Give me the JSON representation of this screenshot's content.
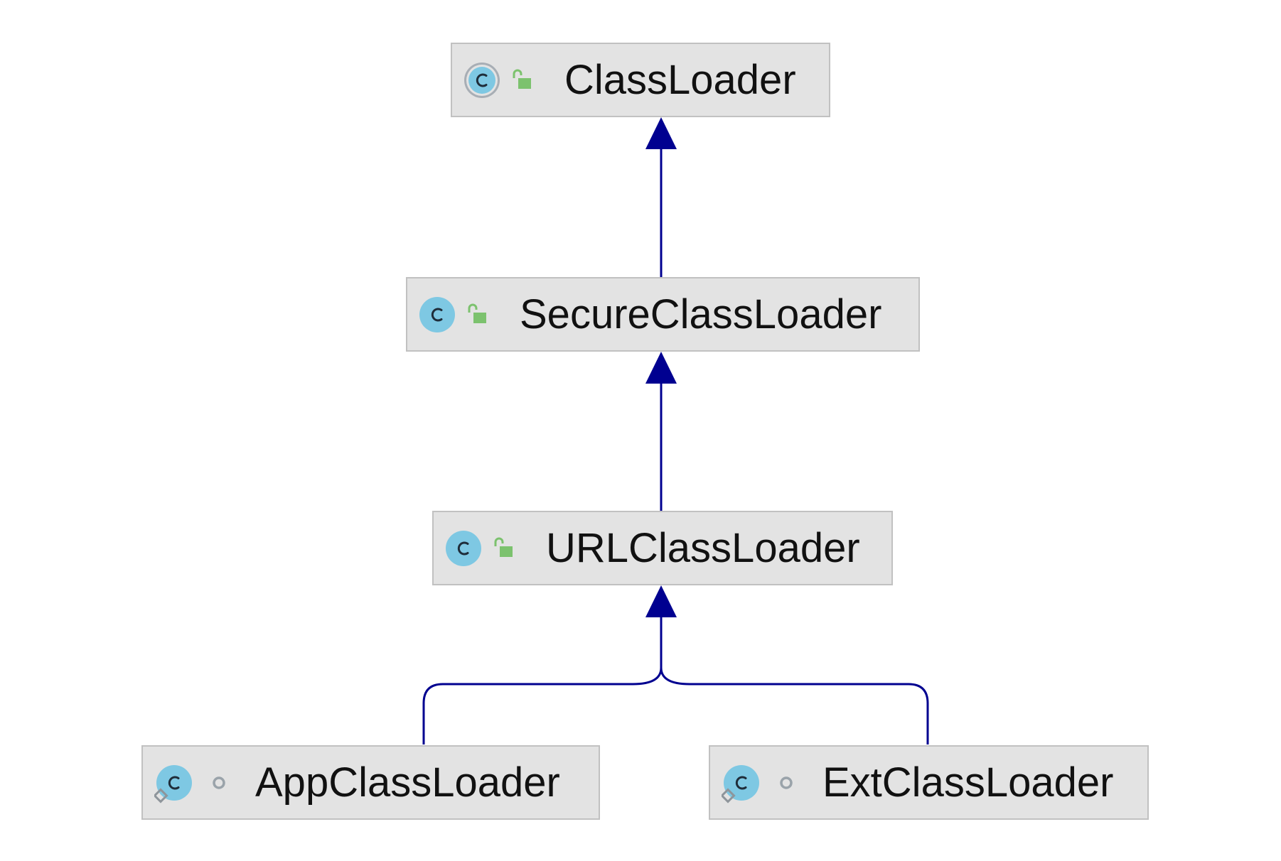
{
  "diagram": {
    "nodes": [
      {
        "id": "classloader",
        "name": "ClassLoader",
        "kind": "abstract-class",
        "visibility": "public"
      },
      {
        "id": "secureclassloader",
        "name": "SecureClassLoader",
        "kind": "class",
        "visibility": "public"
      },
      {
        "id": "urlclassloader",
        "name": "URLClassLoader",
        "kind": "class",
        "visibility": "public"
      },
      {
        "id": "appclassloader",
        "name": "AppClassLoader",
        "kind": "static-class",
        "visibility": "package-private"
      },
      {
        "id": "extclassloader",
        "name": "ExtClassLoader",
        "kind": "static-class",
        "visibility": "package-private"
      }
    ],
    "edges": [
      {
        "from": "secureclassloader",
        "to": "classloader",
        "type": "extends"
      },
      {
        "from": "urlclassloader",
        "to": "secureclassloader",
        "type": "extends"
      },
      {
        "from": "appclassloader",
        "to": "urlclassloader",
        "type": "extends"
      },
      {
        "from": "extclassloader",
        "to": "urlclassloader",
        "type": "extends"
      }
    ],
    "colors": {
      "edge": "#000090",
      "node_fill": "#e3e3e3",
      "node_border": "#c1c1c1",
      "class_icon": "#7ec8e3",
      "abstract_ring": "#a8aeb5",
      "public_lock": "#7cc26e",
      "package_dot": "#9aa3aa"
    },
    "icons": {
      "class": "class-c-icon",
      "public": "unlocked-padlock-icon",
      "package_private": "package-dot-icon",
      "static": "static-pin-icon"
    }
  }
}
